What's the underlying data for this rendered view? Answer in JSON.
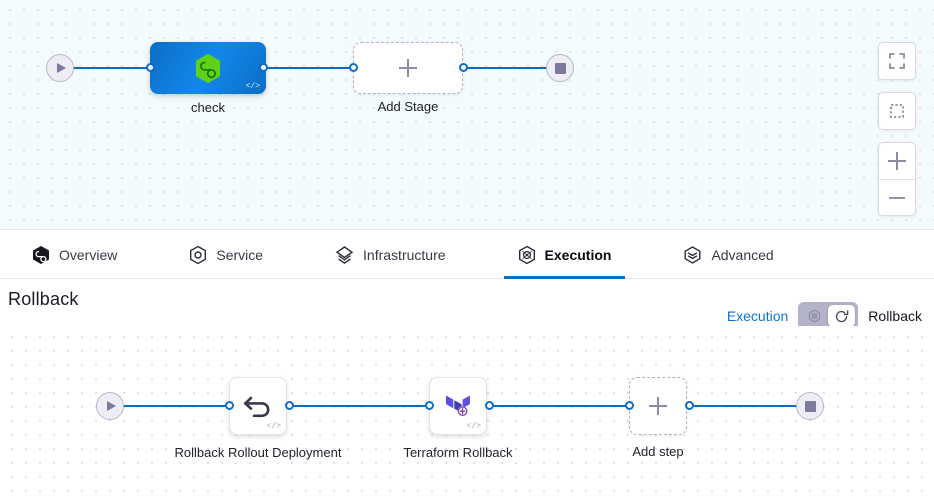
{
  "stage_canvas": {
    "start_node": {
      "icon": "play-icon"
    },
    "end_node": {
      "icon": "stop-icon"
    },
    "stages": [
      {
        "label": "check",
        "icon": "harness-hexagon-icon",
        "badge": "</>",
        "selected": true
      },
      {
        "label": "Add Stage",
        "icon": "plus-icon",
        "selected": false
      }
    ],
    "controls": [
      {
        "name": "fit-to-screen-button",
        "icon": "fit-screen-icon"
      },
      {
        "name": "select-area-button",
        "icon": "dashed-square-icon"
      },
      {
        "name": "zoom-in-button",
        "icon": "plus-icon"
      },
      {
        "name": "zoom-out-button",
        "icon": "minus-icon"
      }
    ]
  },
  "tabs": [
    {
      "label": "Overview",
      "icon": "harness-hexagon-icon",
      "active": false
    },
    {
      "label": "Service",
      "icon": "service-hexagon-icon",
      "active": false
    },
    {
      "label": "Infrastructure",
      "icon": "layers-diamond-icon",
      "active": false
    },
    {
      "label": "Execution",
      "icon": "execution-hexagon-icon",
      "active": true
    },
    {
      "label": "Advanced",
      "icon": "advanced-layers-icon",
      "active": false
    }
  ],
  "rollback_section": {
    "title": "Rollback",
    "toggle": {
      "left_label": "Execution",
      "right_label": "Rollback",
      "left_icon": "execution-hexagon-icon",
      "right_icon": "rollback-arrow-icon",
      "state": "rollback"
    }
  },
  "step_canvas": {
    "start_node": {
      "icon": "play-icon"
    },
    "end_node": {
      "icon": "stop-icon"
    },
    "steps": [
      {
        "label": "Rollback Rollout Deployment",
        "icon": "undo-arrow-icon",
        "badge": "</>"
      },
      {
        "label": "Terraform Rollback",
        "icon": "terraform-icon",
        "badge": "</>"
      },
      {
        "label": "Add step",
        "icon": "plus-icon"
      }
    ]
  },
  "colors": {
    "accent_blue": "#0b6ec4",
    "link_blue": "#0b72d4",
    "stage_selected": "#1387ec",
    "harness_green": "#5fd119",
    "terraform_purple": "#7b42bc",
    "muted_purple": "#7d7b9b"
  }
}
